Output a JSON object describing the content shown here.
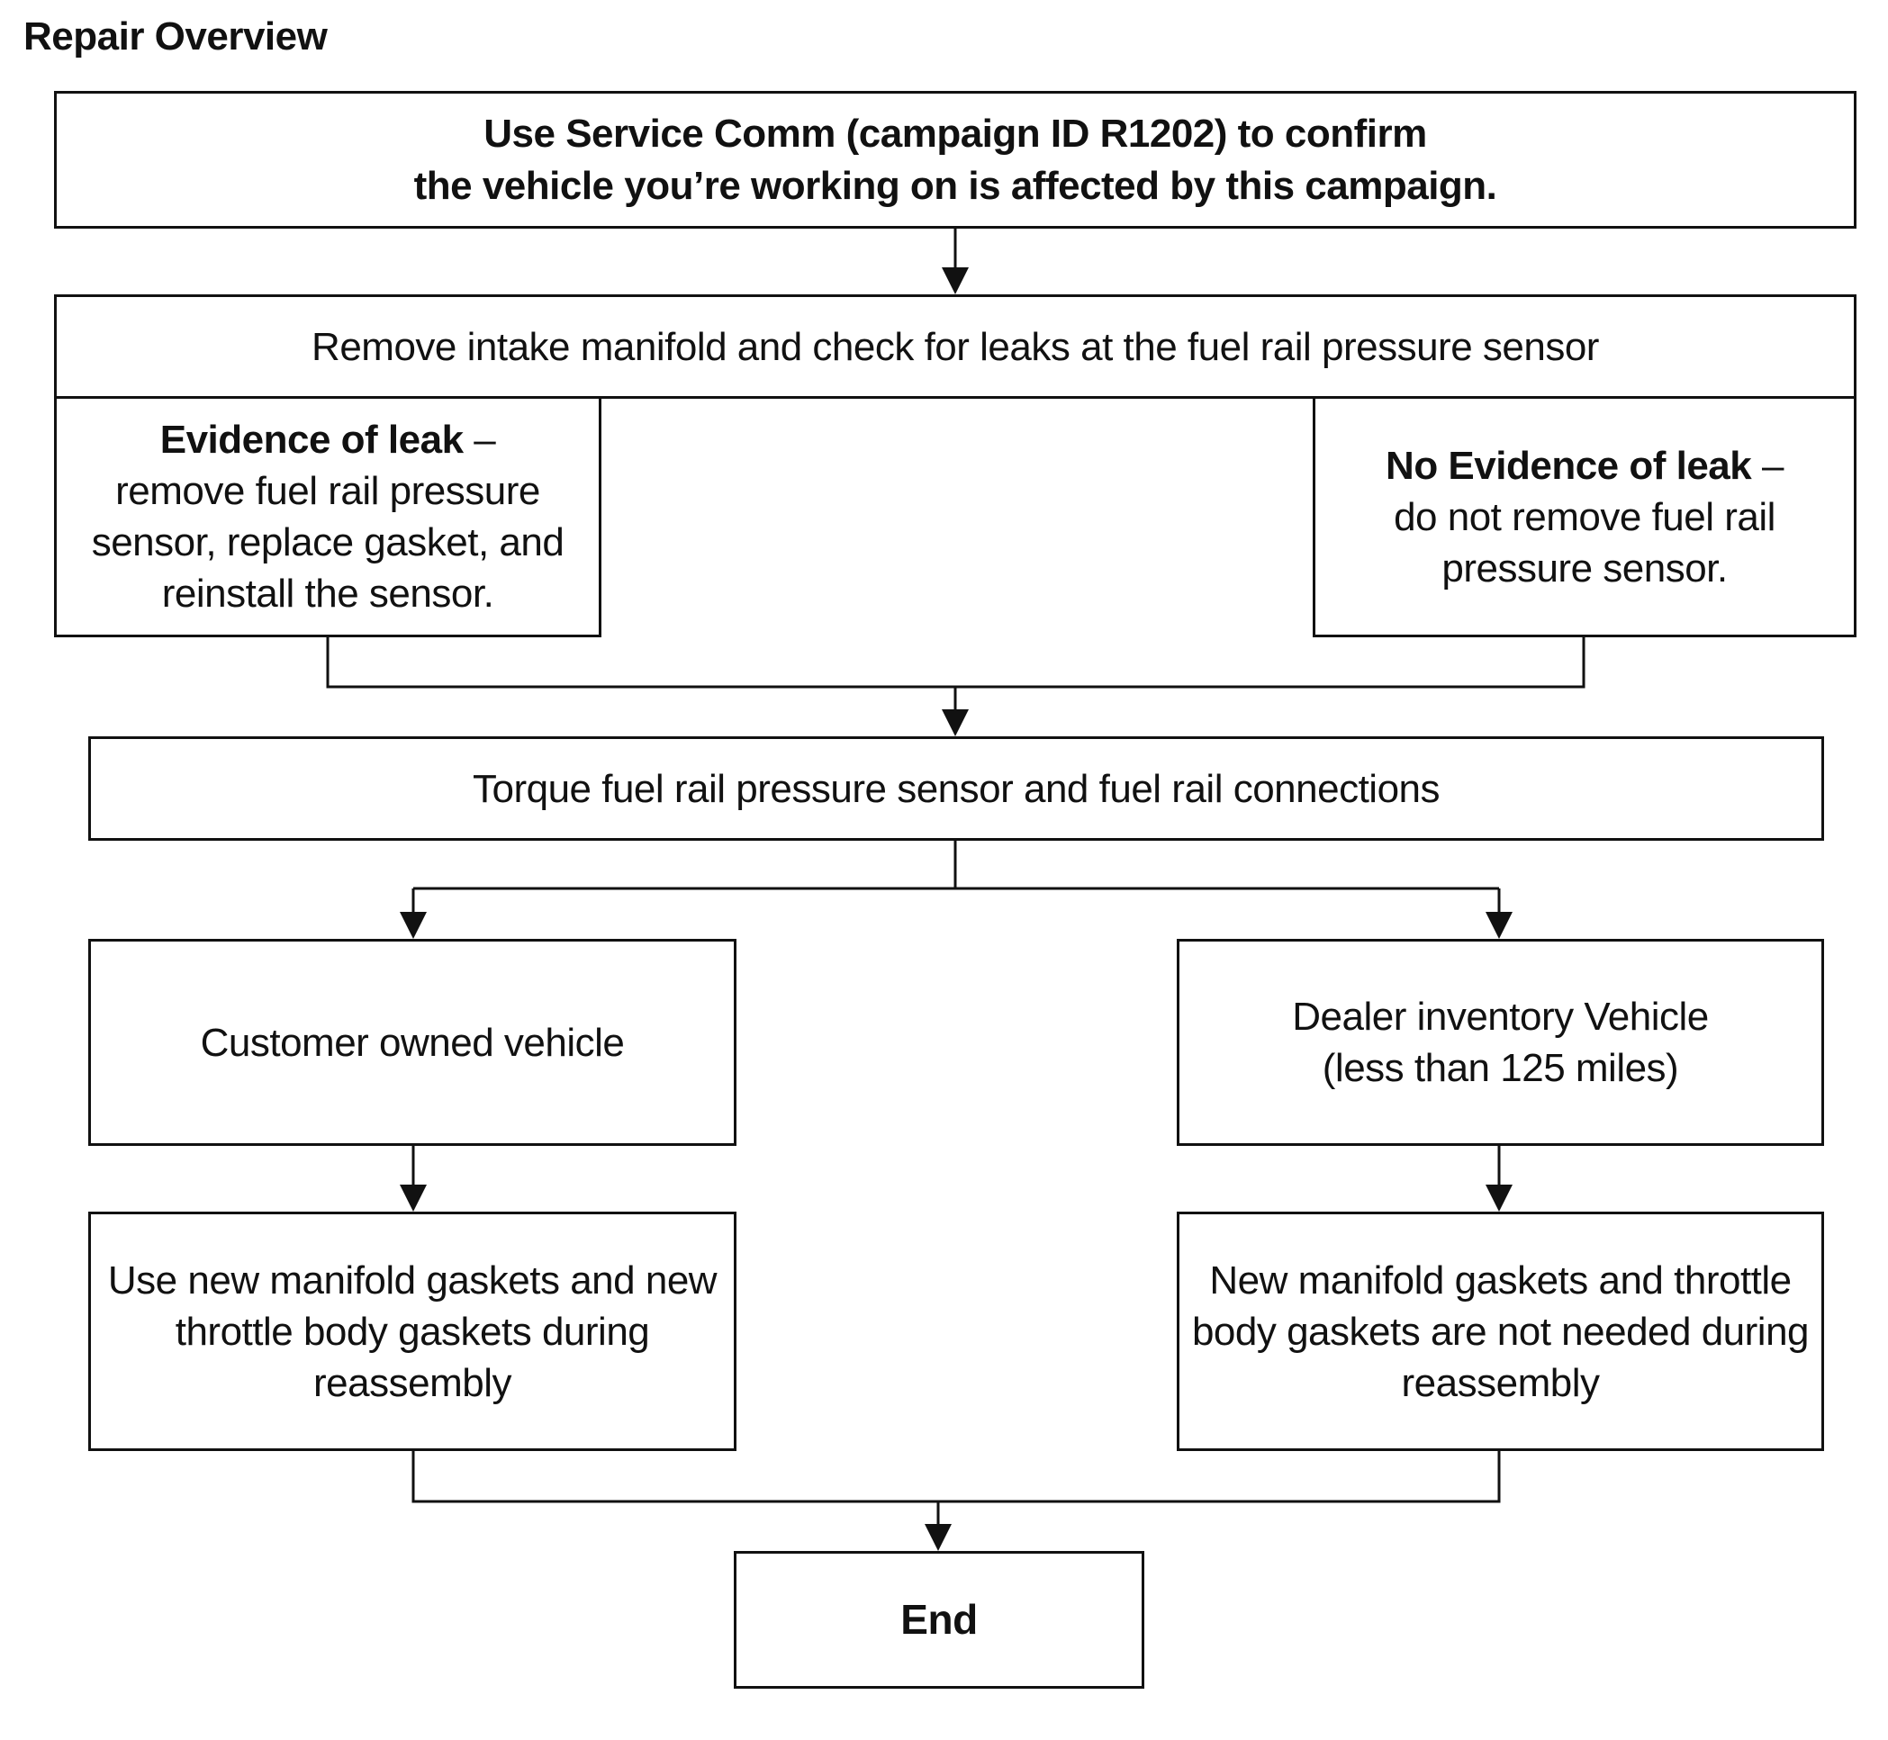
{
  "title": "Repair Overview",
  "nodes": {
    "confirm": {
      "line1": "Use Service Comm (campaign ID R1202) to confirm",
      "line2": "the vehicle you’re working on is affected by this campaign."
    },
    "remove_manifold": {
      "text": "Remove intake manifold and check for leaks at the fuel rail pressure sensor"
    },
    "evidence_of_leak": {
      "heading": "Evidence of leak",
      "dash": " –",
      "line1": "remove fuel rail pressure",
      "line2": "sensor, replace gasket, and",
      "line3": "reinstall the sensor."
    },
    "no_evidence_of_leak": {
      "heading": "No Evidence of leak",
      "dash": " –",
      "line1": "do not remove fuel rail",
      "line2": "pressure sensor."
    },
    "torque": {
      "text": "Torque fuel rail pressure sensor and fuel rail connections"
    },
    "customer_owned": {
      "text": "Customer owned vehicle"
    },
    "dealer_inventory": {
      "line1": "Dealer inventory Vehicle",
      "line2": "(less than 125 miles)"
    },
    "new_gaskets": {
      "line1": "Use new manifold gaskets and new",
      "line2": "throttle body gaskets during",
      "line3": "reassembly"
    },
    "no_gaskets": {
      "line1": "New manifold gaskets and throttle",
      "line2": "body gaskets are not needed during",
      "line3": "reassembly"
    },
    "end": {
      "text": "End"
    }
  },
  "edges": [
    {
      "from": "confirm",
      "to": "remove_manifold"
    },
    {
      "from": "evidence_of_leak",
      "to": "torque"
    },
    {
      "from": "no_evidence_of_leak",
      "to": "torque"
    },
    {
      "from": "torque",
      "to": "customer_owned"
    },
    {
      "from": "torque",
      "to": "dealer_inventory"
    },
    {
      "from": "customer_owned",
      "to": "new_gaskets"
    },
    {
      "from": "dealer_inventory",
      "to": "no_gaskets"
    },
    {
      "from": "new_gaskets",
      "to": "end"
    },
    {
      "from": "no_gaskets",
      "to": "end"
    }
  ],
  "colors": {
    "line": "#111111",
    "background": "#ffffff"
  }
}
